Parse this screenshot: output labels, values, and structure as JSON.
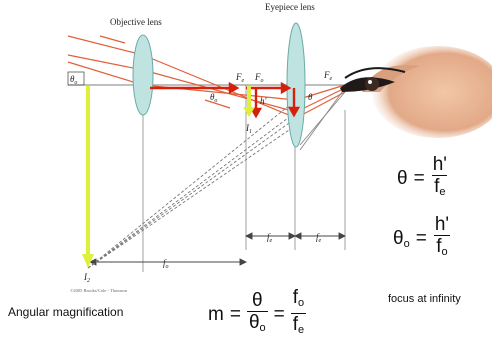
{
  "labels": {
    "objective_lens": "Objective lens",
    "eyepiece_lens": "Eyepiece lens",
    "fe": "F",
    "fe_sub": "e",
    "fo": "F",
    "fo_sub": "o",
    "fe2": "F",
    "fe2_sub": "e",
    "h_prime": "h'",
    "theta_o": "θ",
    "theta_o_sub": "o",
    "theta": "θ",
    "theta_o2": "θ",
    "theta_o2_sub": "o",
    "i1": "I",
    "i1_sub": "1",
    "i2": "I",
    "i2_sub": "2",
    "dim_fe1": "f",
    "dim_fe1_sub": "e",
    "dim_fe2": "f",
    "dim_fe2_sub": "e",
    "dim_fo": "f",
    "dim_fo_sub": "o",
    "copyright": "©2005 Brooks/Cole - Thomson"
  },
  "equations": {
    "theta_def": {
      "lhs": "θ",
      "num": "h'",
      "den": "f",
      "den_sub": "e"
    },
    "theta_o_def": {
      "lhs": "θ",
      "lhs_sub": "o",
      "num": "h'",
      "den": "f",
      "den_sub": "o"
    },
    "magnification": {
      "m": "m",
      "num1": "θ",
      "den1": "θ",
      "den1_sub": "o",
      "num2": "f",
      "num2_sub": "o",
      "den2": "f",
      "den2_sub": "e"
    }
  },
  "captions": {
    "angular_magnification": "Angular magnification",
    "focus_at_infinity": "focus at infinity"
  },
  "colors": {
    "lens": "#bfe3e0",
    "ray": "#e0603a",
    "arrow_red": "#d4200c",
    "image_yellow": "#ddf03c",
    "axis": "#999999"
  }
}
